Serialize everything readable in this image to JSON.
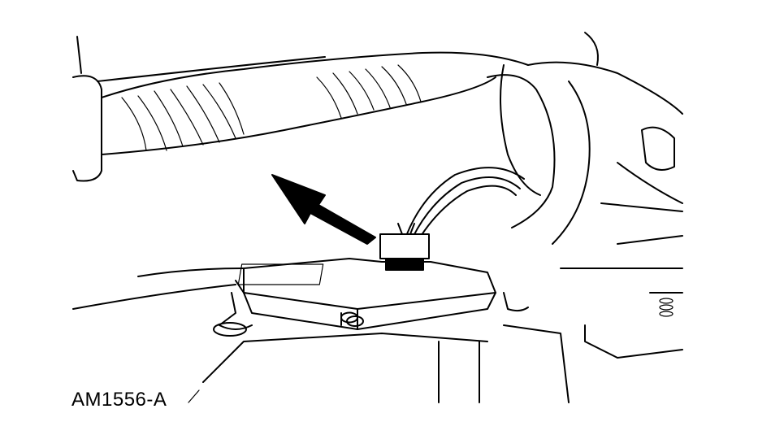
{
  "figure": {
    "label": "AM1556-A",
    "subject": "module electrical connector location",
    "callouts": [
      {
        "type": "arrow",
        "points_to": "electrical-connector"
      }
    ]
  },
  "colors": {
    "line": "#000000",
    "background": "#ffffff"
  }
}
